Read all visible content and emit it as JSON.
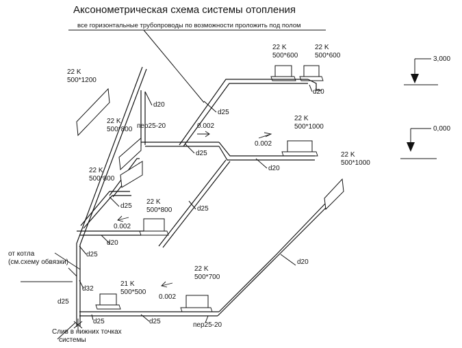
{
  "title": "Аксонометрическая схема системы отопления",
  "note": "все горизонтальные трубопроводы по возможности проложить под полом",
  "levels": {
    "upper": "3,000",
    "lower": "0,000"
  },
  "radiators": [
    {
      "id": "r1",
      "type": "22 K",
      "size": "500*1200"
    },
    {
      "id": "r2",
      "type": "22 K",
      "size": "500*800"
    },
    {
      "id": "r3",
      "type": "22 K",
      "size": "500*800"
    },
    {
      "id": "r4",
      "type": "22 K",
      "size": "500*800"
    },
    {
      "id": "r5",
      "type": "22 K",
      "size": "500*600"
    },
    {
      "id": "r6",
      "type": "22 K",
      "size": "500*600"
    },
    {
      "id": "r7",
      "type": "22 K",
      "size": "500*1000"
    },
    {
      "id": "r8",
      "type": "22 K",
      "size": "500*1000"
    },
    {
      "id": "r9",
      "type": "22 K",
      "size": "500*700"
    },
    {
      "id": "r10",
      "type": "21 K",
      "size": "500*500"
    }
  ],
  "pipe_labels": {
    "d20_riser": "d20",
    "per_top": "пер25-20",
    "d25_topmid": "d25",
    "d25_upper": "d25",
    "d20_right_top": "d20",
    "d20_midright": "d20",
    "d25_left": "d25",
    "d25_mid": "d25",
    "d20_mid": "d20",
    "d25_boiler": "d25",
    "d20_right_long": "d20",
    "d32": "d32",
    "d25_bottom_left": "d25",
    "d25_riser_low": "d25",
    "d25_bottom": "d25",
    "per_bottom": "пер25-20"
  },
  "slopes": [
    "0.002",
    "0.002",
    "0.002",
    "0.002"
  ],
  "boiler_note": {
    "line1": "от котла",
    "line2": "(см.схему обвязки)"
  },
  "drain_note": {
    "line1": "Слив в нижних точках",
    "line2": "системы"
  }
}
